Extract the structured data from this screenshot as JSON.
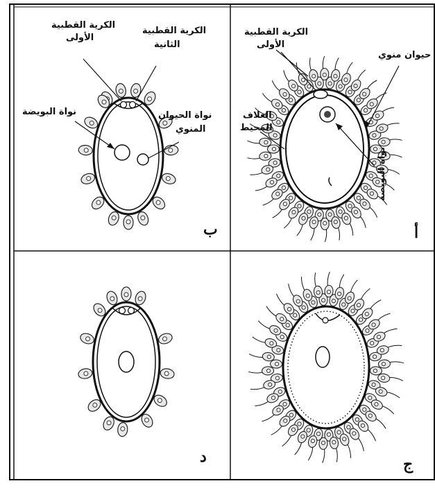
{
  "panels": {
    "a": {
      "letter": "أ"
    },
    "b": {
      "letter": "ب"
    },
    "c": {
      "letter": "ج"
    },
    "d": {
      "letter": "د"
    }
  },
  "labels": {
    "first_polar_body_1": "الكرية القطبية",
    "first_polar_body_2": "الأولى",
    "second_polar_body_1": "الكرية القطبية",
    "second_polar_body_2": "الثانية",
    "ovum_nucleus": "نواة البويضة",
    "sperm_nucleus_1": "نواة الحيوان",
    "sperm_nucleus_2": "المنوي",
    "a_polar_body_1": "الكرية القطبية",
    "a_polar_body_2": "الأولى",
    "a_sperm": "حيوان منوي",
    "a_corona_1": "الغلاف",
    "a_corona_2": "المحيط",
    "a_ovum_nucleus": "نواة البويضة"
  }
}
